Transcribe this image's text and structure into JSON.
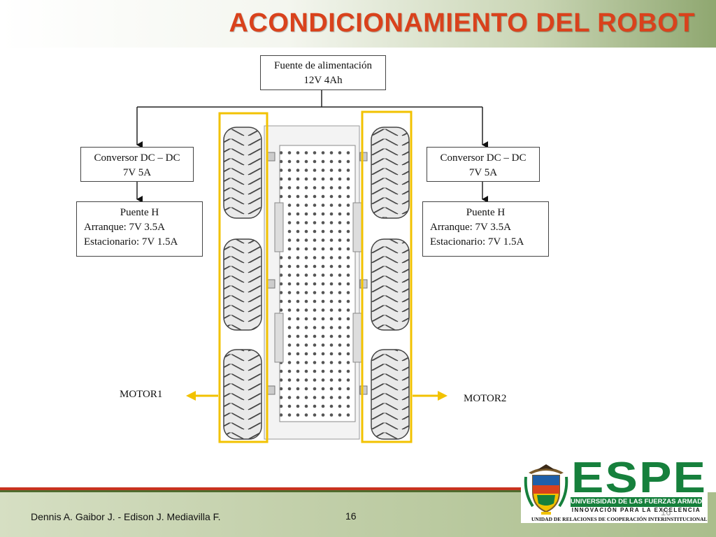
{
  "slide": {
    "title": "ACONDICIONAMIENTO DEL ROBOT",
    "colors": {
      "title": "#d9421c",
      "highlight": "#f2c200",
      "espe_green": "#16803c"
    }
  },
  "diagram": {
    "power_source": {
      "line1": "Fuente de alimentación",
      "line2": "12V 4Ah"
    },
    "left_converter": {
      "line1": "Conversor DC – DC",
      "line2": "7V 5A"
    },
    "right_converter": {
      "line1": "Conversor DC – DC",
      "line2": "7V 5A"
    },
    "left_hbridge": {
      "line1": "Puente H",
      "line2": "Arranque: 7V 3.5A",
      "line3": "Estacionario: 7V 1.5A"
    },
    "right_hbridge": {
      "line1": "Puente H",
      "line2": "Arranque: 7V 3.5A",
      "line3": "Estacionario: 7V 1.5A"
    },
    "motor_left": "MOTOR1",
    "motor_right": "MOTOR2"
  },
  "footer": {
    "authors": "Dennis A. Gaibor J.  -  Edison J. Mediavilla F.",
    "page": "16",
    "page_small": "16"
  },
  "logo": {
    "acronym": "ESPE",
    "university": "UNIVERSIDAD DE LAS FUERZAS ARMADAS",
    "motto": "INNOVACIÓN PARA LA EXCELENCIA",
    "unit": "UNIDAD DE RELACIONES DE COOPERACIÓN INTERINSTITUCIONAL"
  }
}
